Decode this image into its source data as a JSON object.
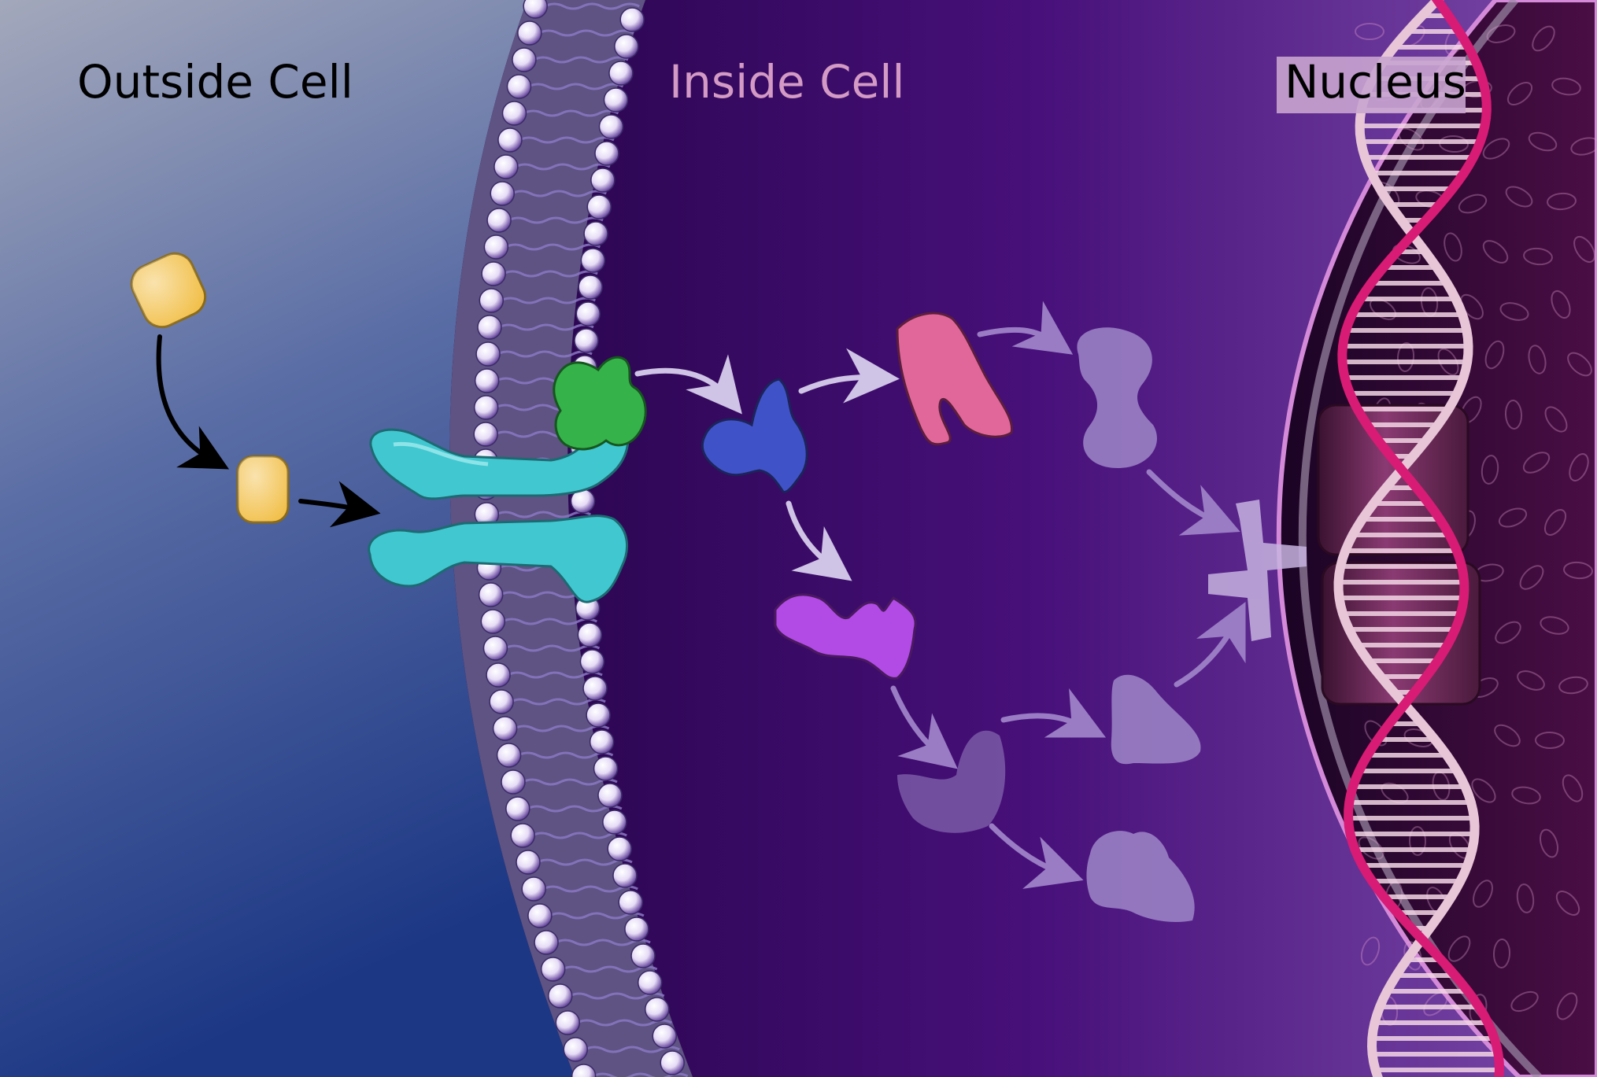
{
  "labels": {
    "outside": "Outside Cell",
    "inside": "Inside Cell",
    "nucleus": "Nucleus"
  },
  "colors": {
    "outside_top": "#9aa2b8",
    "outside_bottom": "#1f3a80",
    "inside_dark": "#14001f",
    "inside_mid": "#3c0a6e",
    "inside_light": "#7a4aa6",
    "nucleus_bg": "#24052e",
    "dna": "#d81b75",
    "ligand": "#f2c04a",
    "receptor": "#41c7d0",
    "adaptor": "#35b24a",
    "kinase1": "#4052c8",
    "kinase2": "#e1679a",
    "kinase3": "#b24be6",
    "faded": "#a88ccc",
    "label_outside": "#000000",
    "label_inside": "#d29ac4",
    "label_nucleus": "#000000"
  }
}
